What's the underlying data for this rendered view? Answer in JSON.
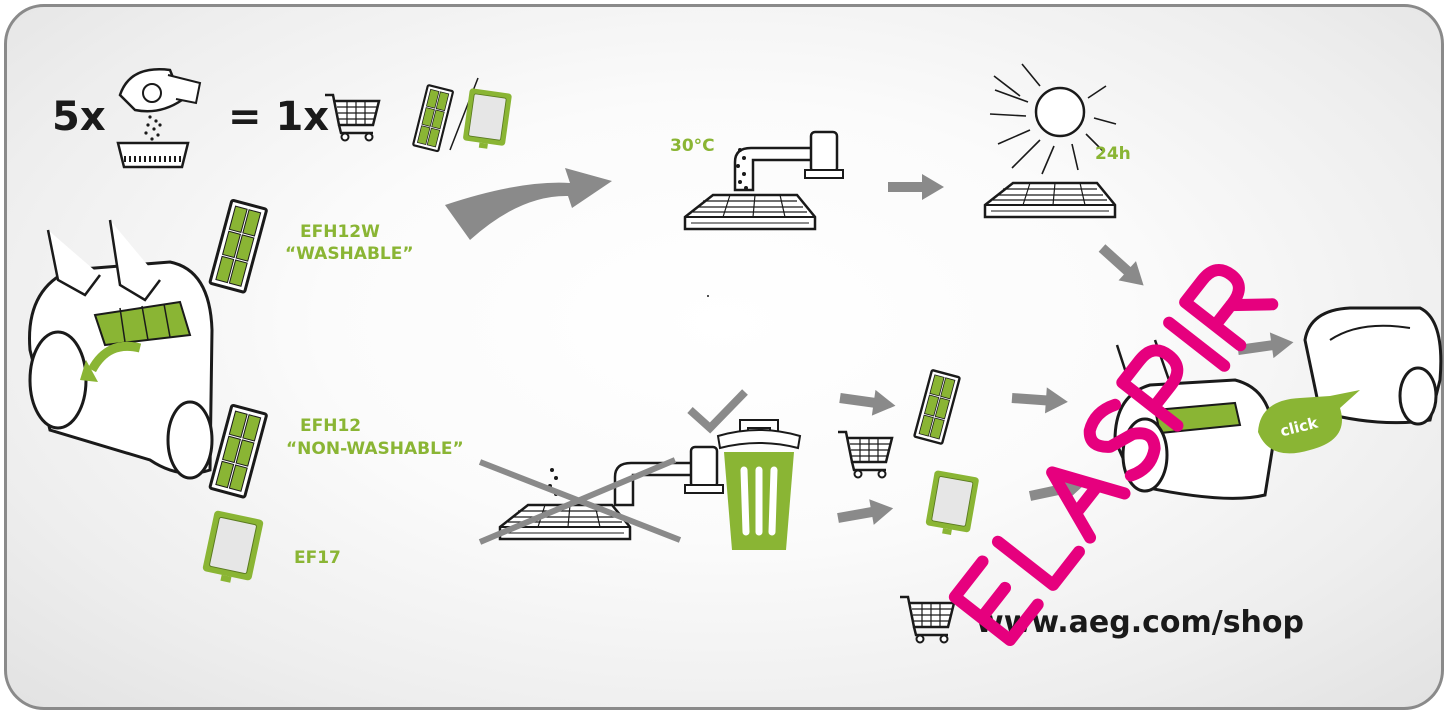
{
  "formula": {
    "left": "5x",
    "right": "= 1x"
  },
  "filters": {
    "washable": {
      "model": "EFH12W",
      "type": "“WASHABLE”"
    },
    "non_washable": {
      "model": "EFH12",
      "type": "“NON-WASHABLE”"
    },
    "ef17": {
      "model": "EF17"
    }
  },
  "wash": {
    "temperature": "30°C",
    "dry_time": "24h"
  },
  "callout": {
    "text": "click"
  },
  "shop": {
    "url": "www.aeg.com/shop"
  },
  "watermark": {
    "text": "ELASPIR",
    "color": "#e6007e"
  },
  "colors": {
    "accent": "#8ab534",
    "arrow": "#8a8a8a",
    "text": "#1a1a1a"
  }
}
